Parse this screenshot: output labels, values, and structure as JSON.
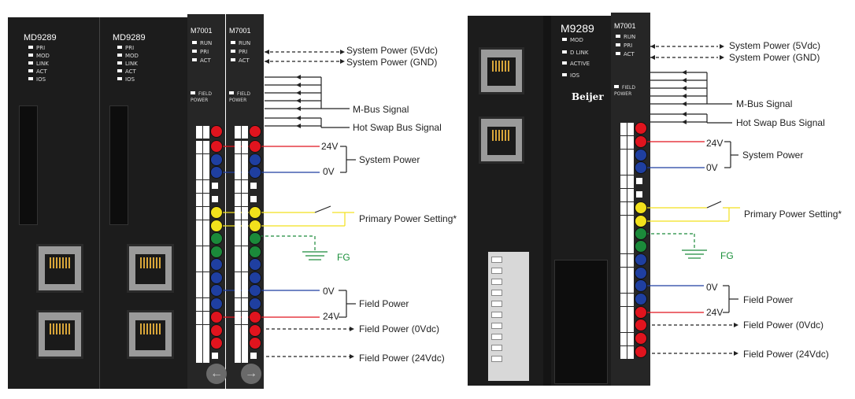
{
  "left_panel": {
    "modules": [
      {
        "model": "MD9289",
        "leds": [
          "PRI",
          "MOD",
          "LINK",
          "ACT",
          "IOS"
        ]
      },
      {
        "model": "MD9289",
        "leds": [
          "PRI",
          "MOD",
          "LINK",
          "ACT",
          "IOS"
        ]
      }
    ],
    "power_modules": [
      {
        "model": "M7001",
        "leds": [
          "RUN",
          "PRI",
          "ACT"
        ],
        "field_label": "FIELD POWER"
      },
      {
        "model": "M7001",
        "leds": [
          "RUN",
          "PRI",
          "ACT"
        ],
        "field_label": "FIELD POWER"
      }
    ],
    "labels": {
      "sys5v": "System Power (5Vdc)",
      "sysgnd": "System Power (GND)",
      "mbus": "M-Bus Signal",
      "hotswap": "Hot Swap Bus Signal",
      "v24": "24V",
      "sysPower": "System Power",
      "v0": "0V",
      "primary": "Primary Power Setting*",
      "fg": "FG",
      "fv0": "0V",
      "fieldPower": "Field Power",
      "fv24": "24V",
      "field0": "Field Power (0Vdc)",
      "field24": "Field Power (24Vdc)"
    }
  },
  "right_panel": {
    "module": {
      "model": "M9289",
      "leds": [
        "MOD",
        "D LINK",
        "ACTIVE",
        "IOS"
      ],
      "brand": "Beijer"
    },
    "power_module": {
      "model": "M7001",
      "leds": [
        "RUN",
        "PRI",
        "ACT"
      ],
      "field_label": "FIELD POWER"
    },
    "labels": {
      "sys5v": "System Power (5Vdc)",
      "sysgnd": "System Power (GND)",
      "mbus": "M-Bus Signal",
      "hotswap": "Hot Swap Bus Signal",
      "v24": "24V",
      "sysPower": "System Power",
      "v0": "0V",
      "primary": "Primary Power Setting*",
      "fg": "FG",
      "fv0": "0V",
      "fieldPower": "Field Power",
      "fv24": "24V",
      "field0": "Field Power (0Vdc)",
      "field24": "Field Power (24Vdc)"
    }
  },
  "colors": {
    "red": "#e0141e",
    "blue": "#1f3fa0",
    "yellow": "#f2e11c",
    "green": "#1b8a3a",
    "fg_green": "#1a8f3a"
  }
}
